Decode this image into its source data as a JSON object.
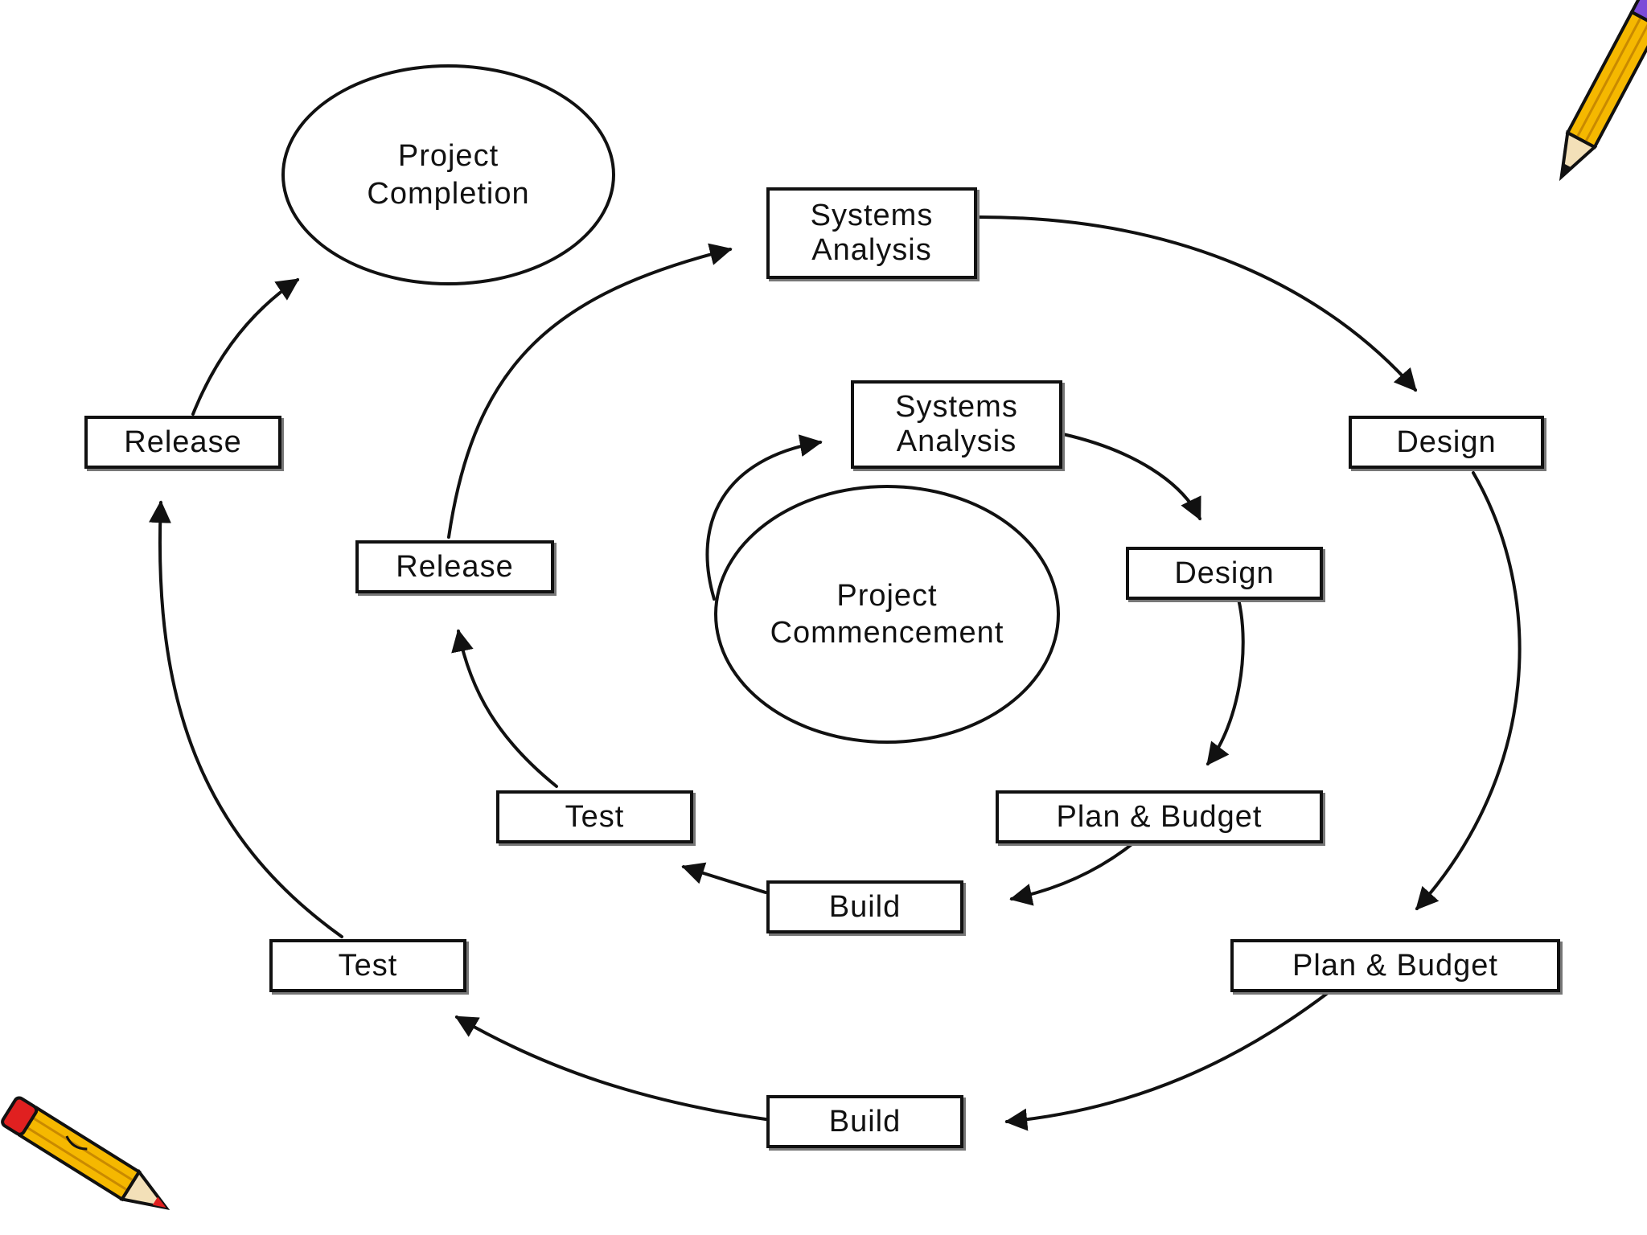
{
  "center": {
    "line1": "Project",
    "line2": "Commencement"
  },
  "completion": {
    "line1": "Project",
    "line2": "Completion"
  },
  "inner": {
    "systems_analysis": {
      "line1": "Systems",
      "line2": "Analysis"
    },
    "design": "Design",
    "plan_budget": "Plan & Budget",
    "build": "Build",
    "test": "Test",
    "release": "Release"
  },
  "outer": {
    "systems_analysis": {
      "line1": "Systems",
      "line2": "Analysis"
    },
    "design": "Design",
    "plan_budget": "Plan & Budget",
    "build": "Build",
    "test": "Test",
    "release": "Release"
  },
  "icons": [
    "pencil-icon",
    "pencil-icon"
  ],
  "colors": {
    "line": "#111111",
    "pencil_yellow": "#f5b800",
    "pencil_red": "#e02020",
    "pencil_purple": "#7b4bd8"
  }
}
